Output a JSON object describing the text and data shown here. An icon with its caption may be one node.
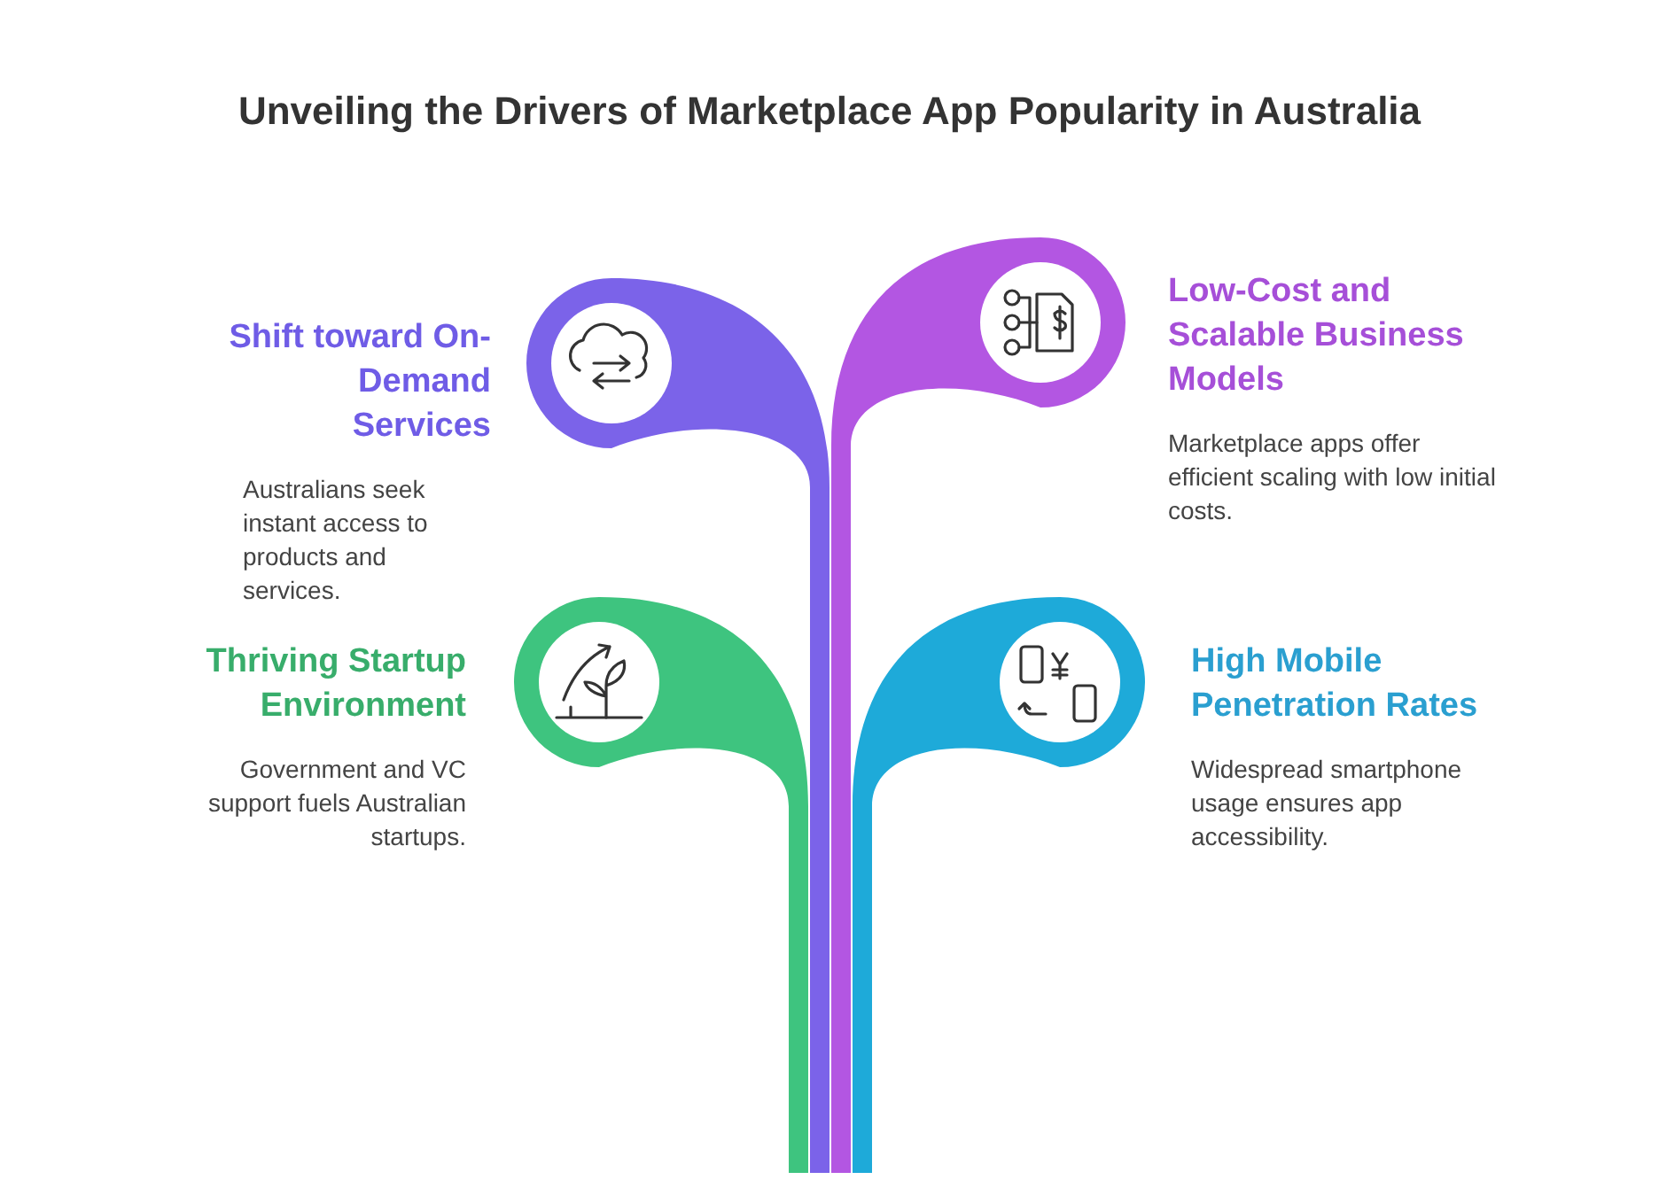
{
  "diagram": {
    "title": "Unveiling the Drivers of Marketplace App Popularity in Australia",
    "nodes": [
      {
        "text": [
          "Shift toward On-Demand Services",
          "Australians seek instant access to products and services."
        ]
      },
      {
        "text": [
          "Low-Cost and Scalable Business Models",
          "Marketplace apps offer efficient scaling with low initial costs."
        ]
      },
      {
        "text": [
          "Thriving Startup Environment",
          "Government and VC support fuels Australian startups."
        ]
      },
      {
        "text": [
          "High Mobile Penetration Rates",
          "Widespread smartphone usage ensures app accessibility."
        ]
      }
    ],
    "edges": []
  }
}
